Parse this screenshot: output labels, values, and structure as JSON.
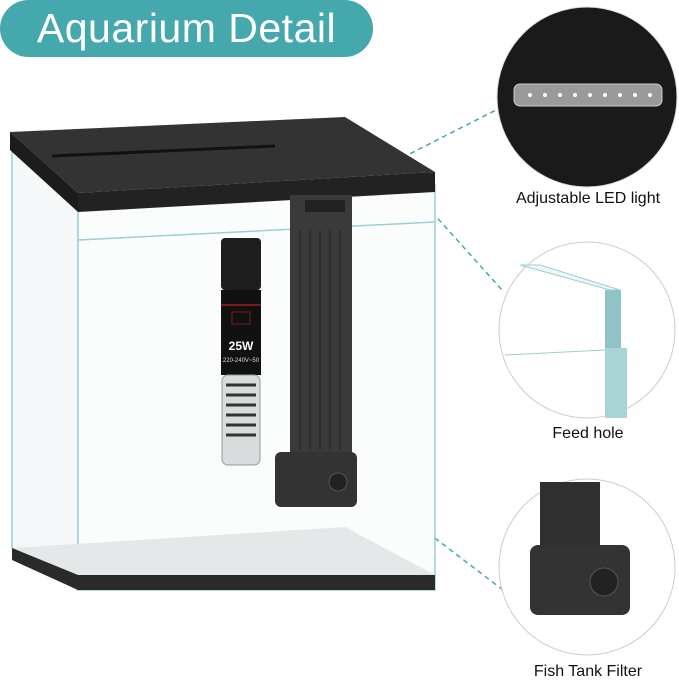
{
  "title": "Aquarium Detail",
  "colors": {
    "accent": "#45a8ac",
    "lid": "#2b2b2b",
    "glass_edge": "#9ccfd2"
  },
  "heater": {
    "wattage": "25W",
    "voltage": "220-240V~50"
  },
  "callouts": [
    {
      "label": "Adjustable LED light",
      "icon": "led-light-closeup"
    },
    {
      "label": "Feed hole",
      "icon": "glass-edge-closeup"
    },
    {
      "label": "Fish Tank Filter",
      "icon": "filter-closeup"
    }
  ]
}
